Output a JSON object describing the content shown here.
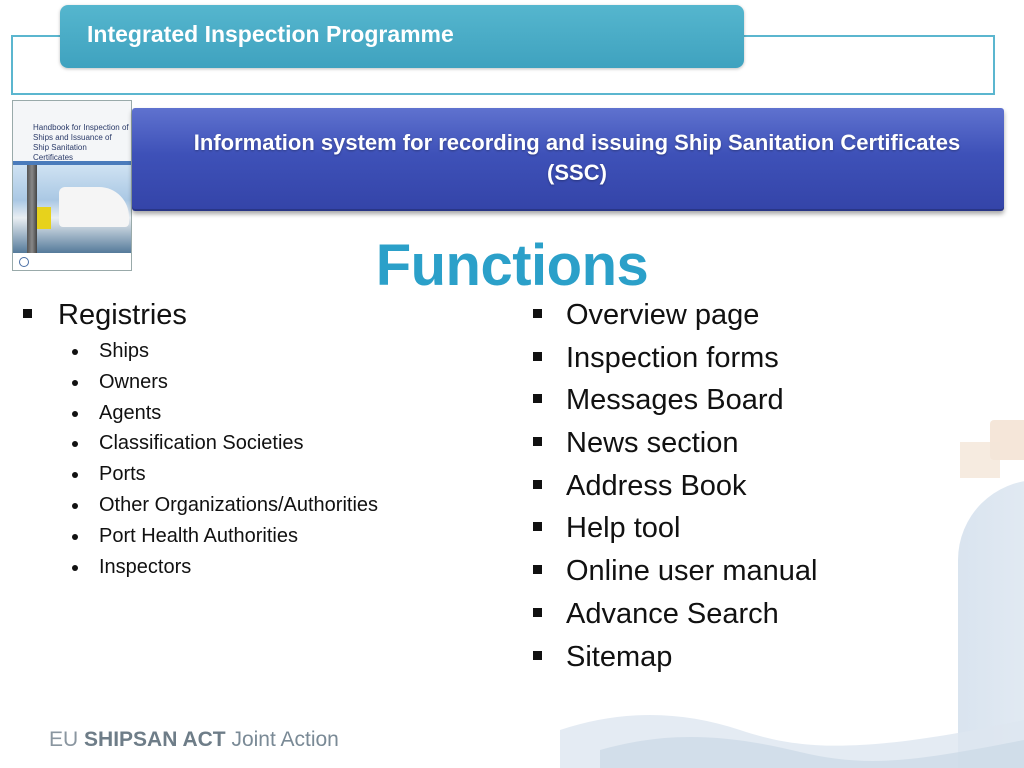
{
  "header": {
    "program_title": "Integrated Inspection Programme"
  },
  "book_cover": {
    "title": "Handbook for Inspection of Ships and Issuance of Ship Sanitation Certificates"
  },
  "banner": {
    "text": "Information system for recording and issuing Ship Sanitation Certificates (SSC)"
  },
  "main": {
    "title": "Functions"
  },
  "left_list": {
    "heading": "Registries",
    "items": [
      "Ships",
      "Owners",
      "Agents",
      "Classification Societies",
      "Ports",
      "Other Organizations/Authorities",
      "Port Health Authorities",
      "Inspectors"
    ]
  },
  "right_list": {
    "items": [
      "Overview page",
      "Inspection forms",
      "Messages Board",
      "News section",
      "Address Book",
      "Help tool",
      "Online user manual",
      "Advance Search",
      "Sitemap"
    ]
  },
  "footer": {
    "eu": "EU",
    "brand": "SHIPSAN ACT",
    "suffix": "Joint Action"
  },
  "colors": {
    "accent": "#2ba0c9",
    "banner": "#3e51b8",
    "tab": "#4aaeca"
  }
}
